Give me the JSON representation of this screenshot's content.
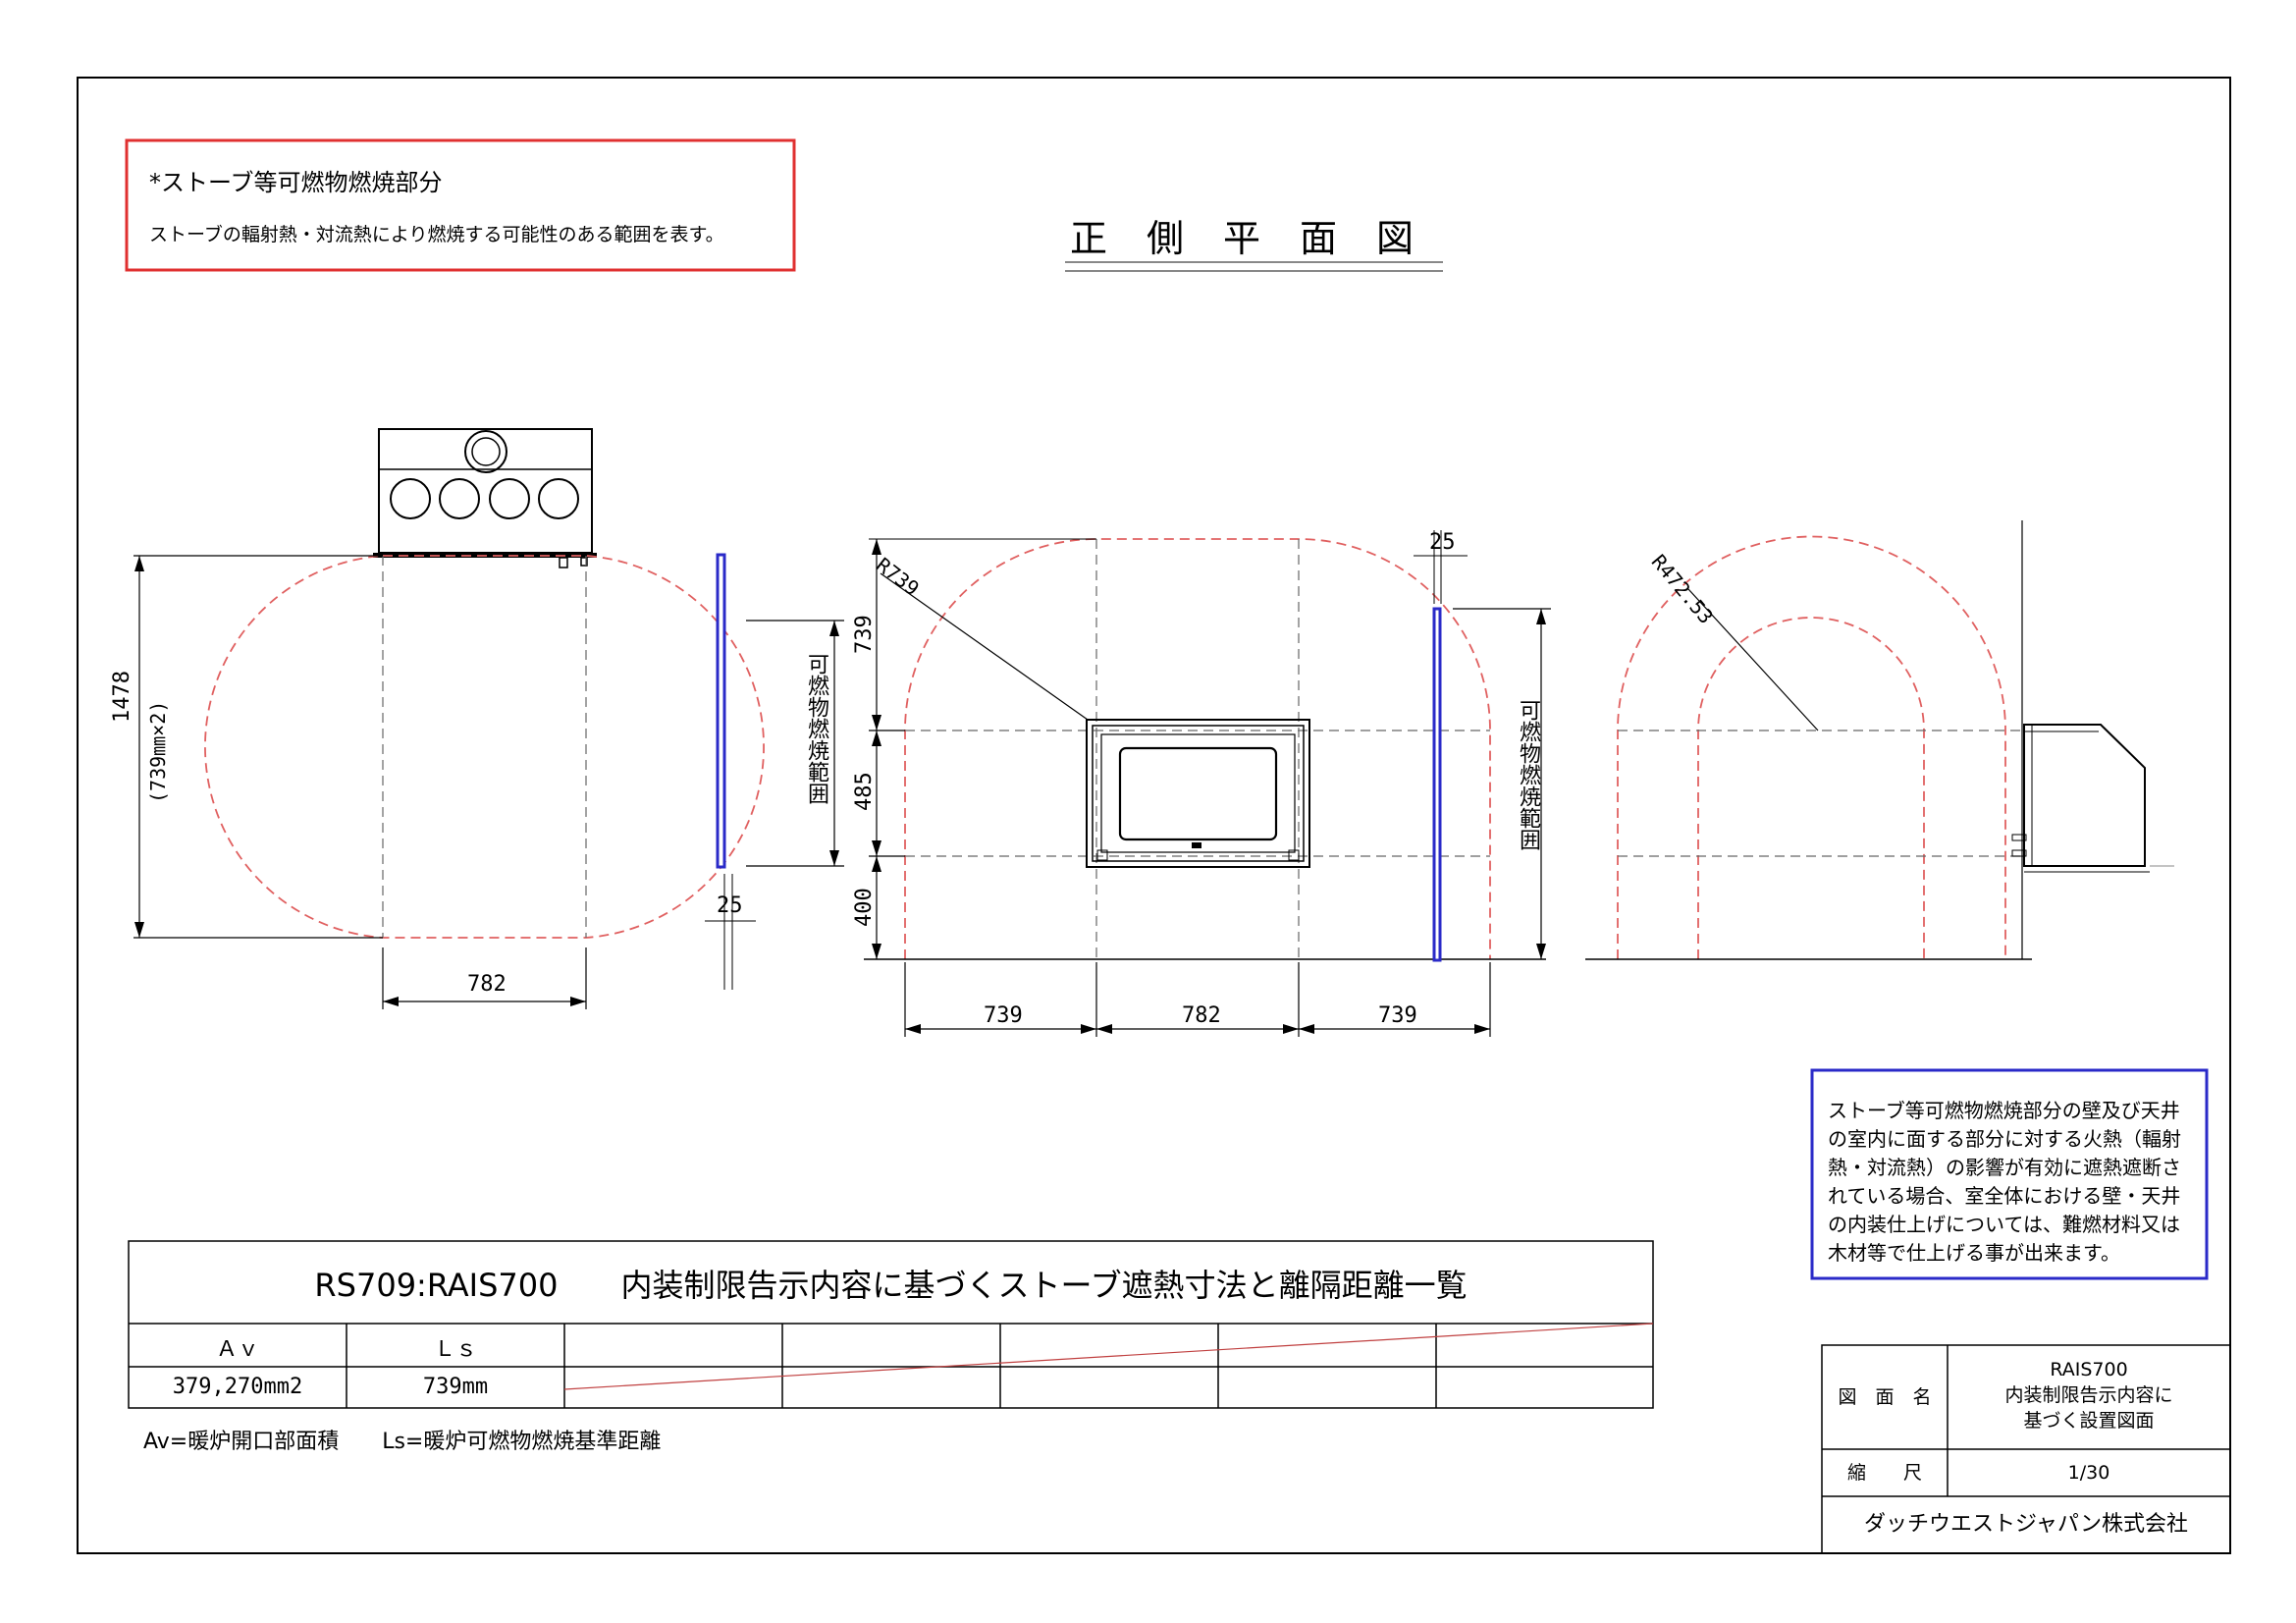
{
  "red_note": {
    "title": "*ストーブ等可燃物燃焼部分",
    "body": "ストーブの輻射熱・対流熱により燃焼する可能性のある範囲を表す。"
  },
  "page_title": "正側平面図",
  "colors": {
    "combustion_zone": "#e06060",
    "wall": "#2a2ac8",
    "note_border_red": "#e03030",
    "note_border_blue": "#2a2ac8",
    "line": "#000000",
    "dashed": "#666666"
  },
  "plan_view": {
    "dims": {
      "height_total": "1478",
      "height_sub": "(739㎜×2)",
      "width": "782",
      "wall_gap": "25"
    },
    "zone_label": "可燃物燃焼範囲"
  },
  "front_view": {
    "radius": "R739",
    "dims": {
      "top": "739",
      "mid": "485",
      "bottom": "400",
      "left": "739",
      "center": "782",
      "right": "739",
      "wall_gap": "25"
    },
    "zone_label": "可燃物燃焼範囲"
  },
  "side_view": {
    "radius": "R472.53"
  },
  "blue_note": {
    "lines": [
      "ストーブ等可燃物燃焼部分の壁及び天井",
      "の室内に面する部分に対する火熱（輻射",
      "熱・対流熱）の影響が有効に遮熱遮断さ",
      "れている場合、室全体における壁・天井",
      "の内装仕上げについては、難燃材料又は",
      "木材等で仕上げる事が出来ます。"
    ]
  },
  "table": {
    "title": "RS709:RAIS700　　内装制限告示内容に基づくストーブ遮熱寸法と離隔距離一覧",
    "headers": [
      "Ａｖ",
      "Ｌｓ"
    ],
    "values": [
      "379,270mm2",
      "739mm"
    ],
    "legend": "Av=暖炉開口部面積　　Ls=暖炉可燃物燃焼基準距離"
  },
  "title_block": {
    "drawing_name_label": "図　面　名",
    "drawing_name_lines": [
      "RAIS700",
      "内装制限告示内容に",
      "基づく設置図面"
    ],
    "scale_label": "縮　　尺",
    "scale_value": "1/30",
    "company": "ダッチウエストジャパン株式会社"
  }
}
